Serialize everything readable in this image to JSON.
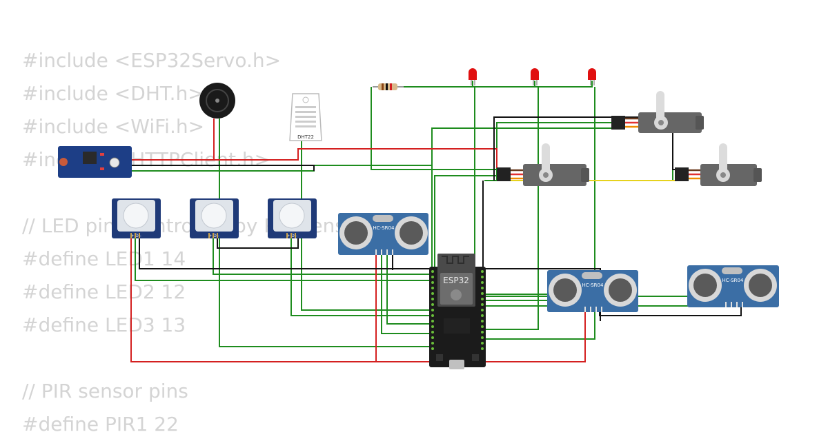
{
  "code_lines": [
    "#include <ESP32Servo.h>",
    "#include <DHT.h>",
    "#include <WiFi.h>",
    "#include <HTTPClient.h>",
    "",
    "// LED pins controlled by PIR sensors",
    "#define LED1 14",
    "#define LED2 12",
    "#define LED3 13",
    "",
    "// PIR sensor pins",
    "#define PIR1 22"
  ],
  "components": {
    "mcu_label": "ESP32",
    "dht_label": "DHT22",
    "ultrasonic_label": "HC-SR04",
    "pir_pin_labels": "+ D -"
  },
  "colors": {
    "wire_green": "#1e8c1e",
    "wire_red": "#d42020",
    "wire_black": "#111111",
    "wire_yellow": "#e6d21e",
    "board_blue": "#3b6ea5",
    "pir_blue": "#1f3a78",
    "led_red": "#e01010",
    "servo_gray": "#666666",
    "code_text": "#d4d4d4"
  }
}
